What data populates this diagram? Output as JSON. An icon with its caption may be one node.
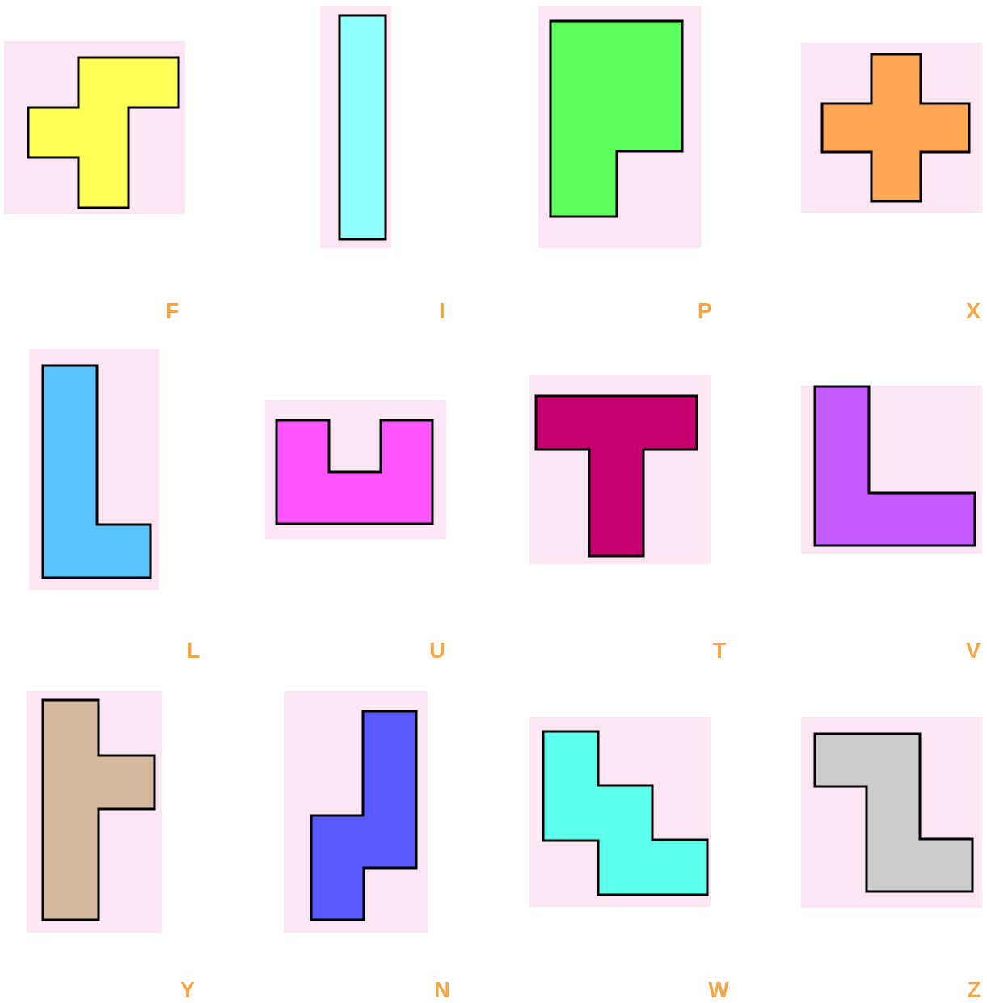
{
  "diagram": {
    "labels": [
      "F",
      "I",
      "P",
      "X",
      "L",
      "U",
      "T",
      "V",
      "Y",
      "N",
      "W",
      "Z"
    ]
  }
}
